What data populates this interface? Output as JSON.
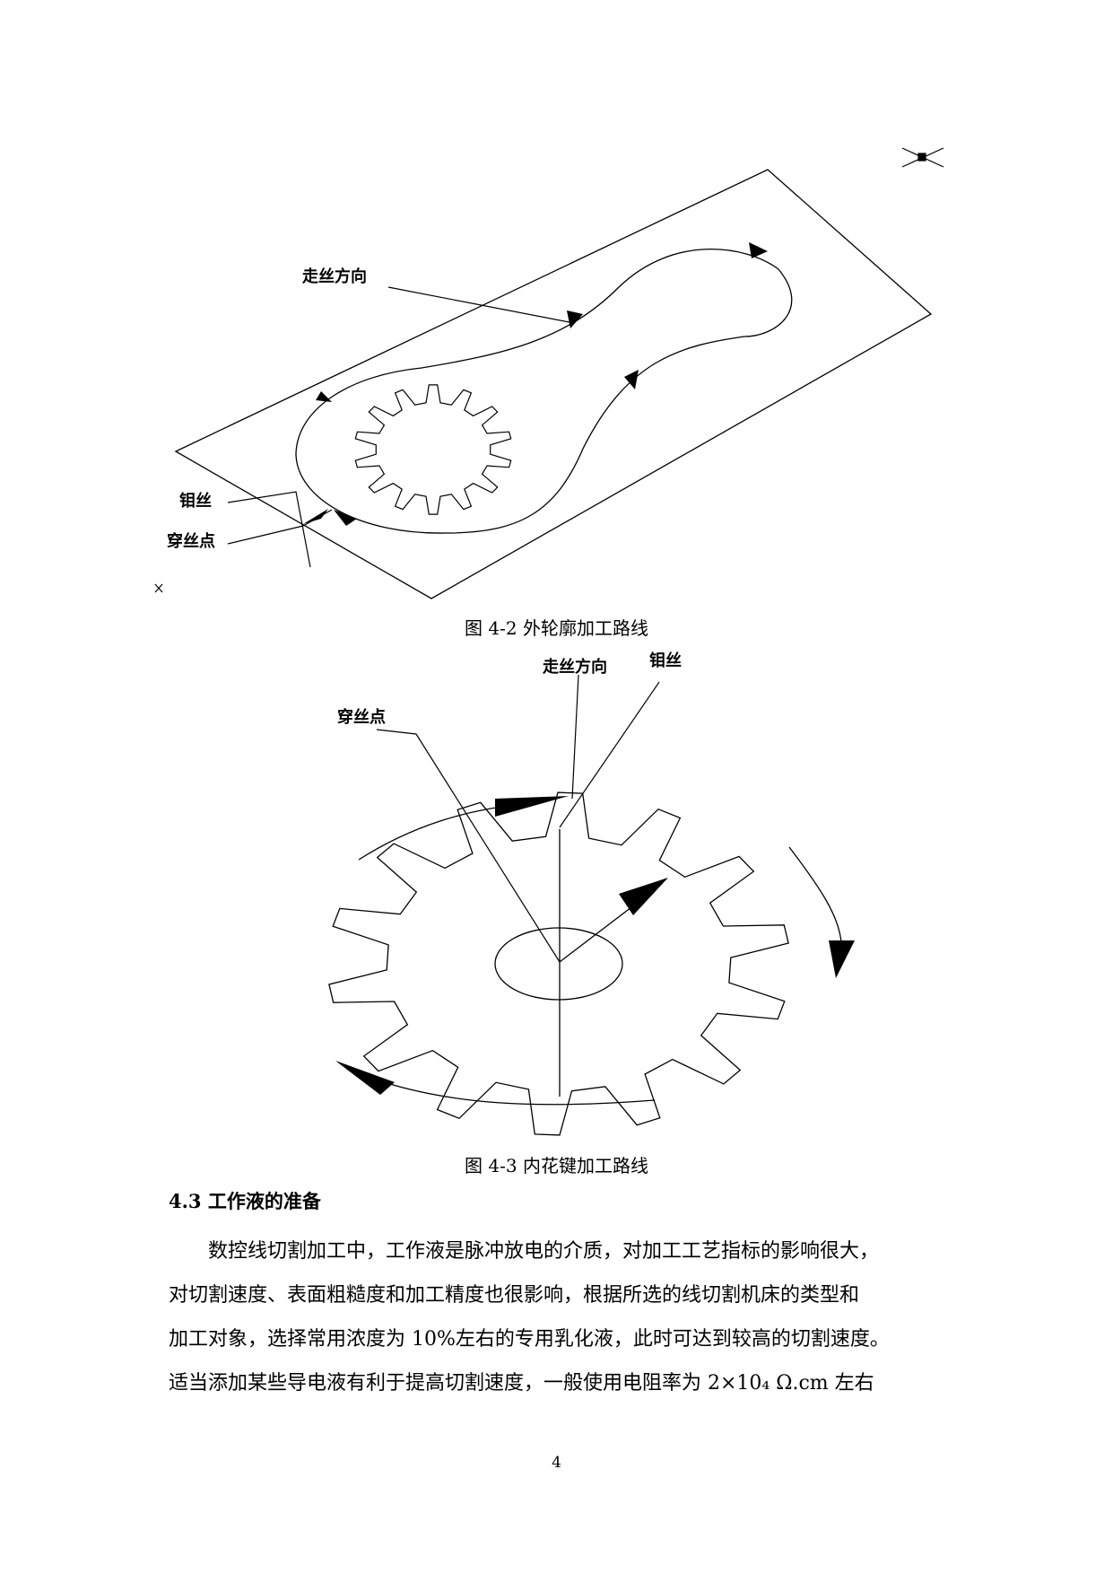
{
  "figure1": {
    "labels": {
      "direction": "走丝方向",
      "wire": "钼丝",
      "threading_point": "穿丝点"
    },
    "gear_teeth": 14,
    "caption": "图 4-2 外轮廓加工路线"
  },
  "figure2": {
    "labels": {
      "direction": "走丝方向",
      "wire": "钼丝",
      "threading_point": "穿丝点"
    },
    "gear_teeth": 14,
    "caption": "图 4-3 内花键加工路线"
  },
  "section": {
    "heading": "4.3 工作液的准备",
    "lines": [
      "数控线切割加工中，工作液是脉冲放电的介质，对加工工艺指标的影响很大，",
      "对切割速度、表面粗糙度和加工精度也很影响，根据所选的线切割机床的类型和",
      "加工对象，选择常用浓度为 10%左右的专用乳化液，此时可达到较高的切割速度。",
      "适当添加某些导电液有利于提高切割速度，一般使用电阻率为 2×10₄ Ω.cm 左右"
    ]
  },
  "page_number": "4"
}
